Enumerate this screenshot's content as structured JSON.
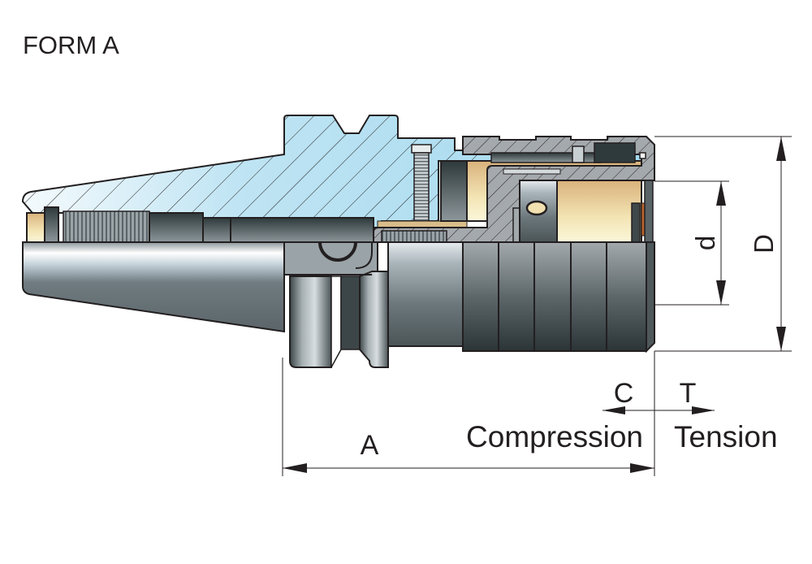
{
  "title": "FORM A",
  "dimensions": {
    "A": "A",
    "C": "C",
    "T": "T",
    "d": "d",
    "D": "D"
  },
  "labels": {
    "compression": "Compression",
    "tension": "Tension"
  },
  "colors": {
    "section_blue": "#a8dcef",
    "section_grey": "#9ea3a7",
    "bronze": "#f2dca6",
    "steel_dark": "#2f3a3d",
    "ink": "#231f20"
  }
}
